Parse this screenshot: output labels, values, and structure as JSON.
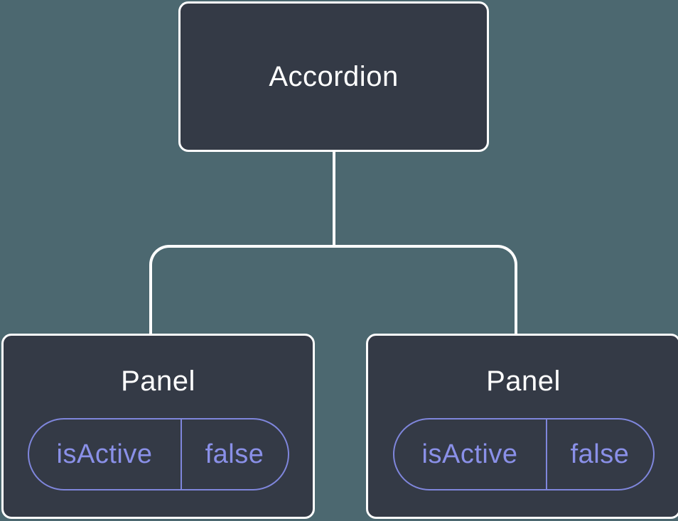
{
  "colors": {
    "background": "#4C6870",
    "node_fill": "#343A46",
    "node_border": "#FFFFFF",
    "connector": "#FFFFFF",
    "accent_purple_border": "#7F86DC",
    "accent_purple_text": "#8A90E8",
    "title_text": "#FFFFFF"
  },
  "diagram": {
    "type": "component-tree",
    "root": {
      "label": "Accordion"
    },
    "children": [
      {
        "label": "Panel",
        "state": {
          "name": "isActive",
          "value": "false"
        }
      },
      {
        "label": "Panel",
        "state": {
          "name": "isActive",
          "value": "false"
        }
      }
    ]
  }
}
